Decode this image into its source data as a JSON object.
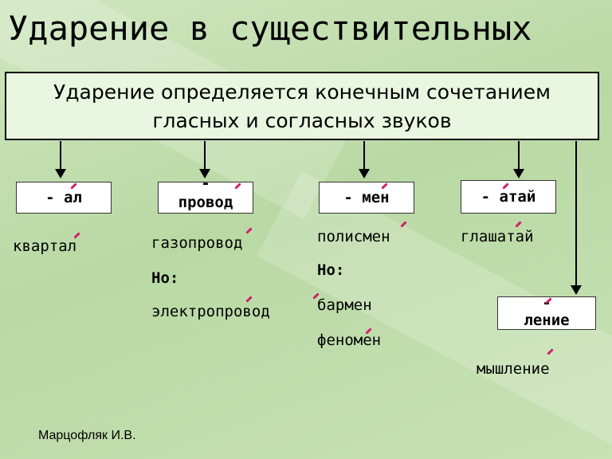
{
  "title": "Ударение в существительных",
  "rule": {
    "line1": "Ударение определяется конечным сочетанием",
    "line2": "гласных и согласных звуков"
  },
  "suffixes": {
    "al": "- ал",
    "provod_dash": "-",
    "provod": "провод",
    "men": "- мен",
    "atai": "- атай",
    "lenie_dash": "-",
    "lenie": "ление"
  },
  "examples": {
    "kvartal": "квартал",
    "gazoprovod": "газопровод",
    "no1": "Но:",
    "elektroprovod": "электропровод",
    "polismen": "полисмен",
    "no2": "Но:",
    "barmen": "бармен",
    "fenomen": "феномен",
    "glashatai": "глашатай",
    "myshlenie": "мышление"
  },
  "author": "Марцофляк И.В.",
  "colors": {
    "accent_mark": "#d21f6a",
    "background": "#c3dfb0"
  }
}
